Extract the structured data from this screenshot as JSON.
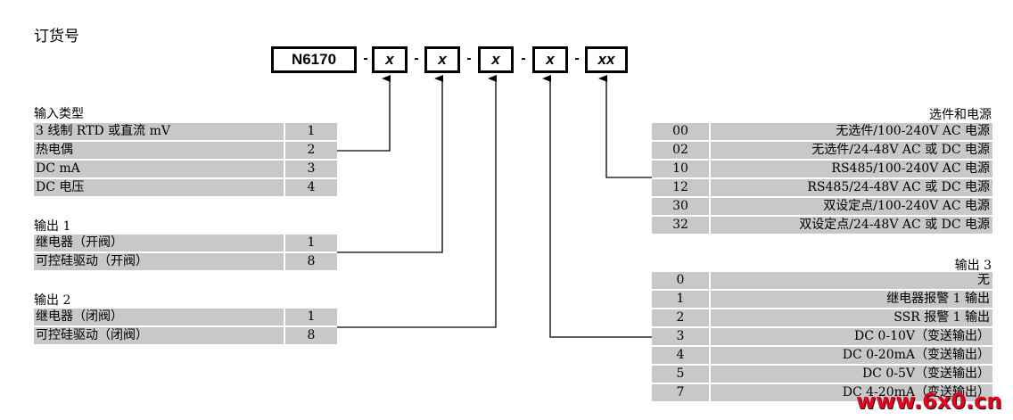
{
  "title": "订货号",
  "code": {
    "base": "N6170",
    "separator": "-",
    "fields": [
      "x",
      "x",
      "x",
      "x",
      "xx"
    ]
  },
  "input_type": {
    "title": "输入类型",
    "rows": [
      {
        "label": "3 线制 RTD 或直流 mV",
        "code": "1"
      },
      {
        "label": "热电偶",
        "code": "2"
      },
      {
        "label": "DC mA",
        "code": "3"
      },
      {
        "label": "DC 电压",
        "code": "4"
      }
    ]
  },
  "output1": {
    "title": "输出 1",
    "rows": [
      {
        "label": "继电器（开阀）",
        "code": "1"
      },
      {
        "label": "可控硅驱动（开阀）",
        "code": "8"
      }
    ]
  },
  "output2": {
    "title": "输出 2",
    "rows": [
      {
        "label": "继电器（闭阀）",
        "code": "1"
      },
      {
        "label": "可控硅驱动（闭阀）",
        "code": "8"
      }
    ]
  },
  "options_power": {
    "title": "选件和电源",
    "rows": [
      {
        "code": "00",
        "label": "无选件/100-240V AC 电源"
      },
      {
        "code": "02",
        "label": "无选件/24-48V AC 或 DC 电源"
      },
      {
        "code": "10",
        "label": "RS485/100-240V AC 电源"
      },
      {
        "code": "12",
        "label": "RS485/24-48V AC 或 DC 电源"
      },
      {
        "code": "30",
        "label": "双设定点/100-240V AC 电源"
      },
      {
        "code": "32",
        "label": "双设定点/24-48V AC 或 DC 电源"
      }
    ]
  },
  "output3": {
    "title": "输出 3",
    "rows": [
      {
        "code": "0",
        "label": "无"
      },
      {
        "code": "1",
        "label": "继电器报警 1 输出"
      },
      {
        "code": "2",
        "label": "SSR 报警 1 输出"
      },
      {
        "code": "3",
        "label": "DC 0-10V（变送输出）"
      },
      {
        "code": "4",
        "label": "DC 0-20mA（变送输出）"
      },
      {
        "code": "5",
        "label": "DC 0-5V（变送输出）"
      },
      {
        "code": "7",
        "label": "DC 4-20mA（变送输出）"
      }
    ]
  },
  "watermark": {
    "text": "www.6x0.cn",
    "color_main": "#e8001c",
    "color_accent": "#111111"
  }
}
